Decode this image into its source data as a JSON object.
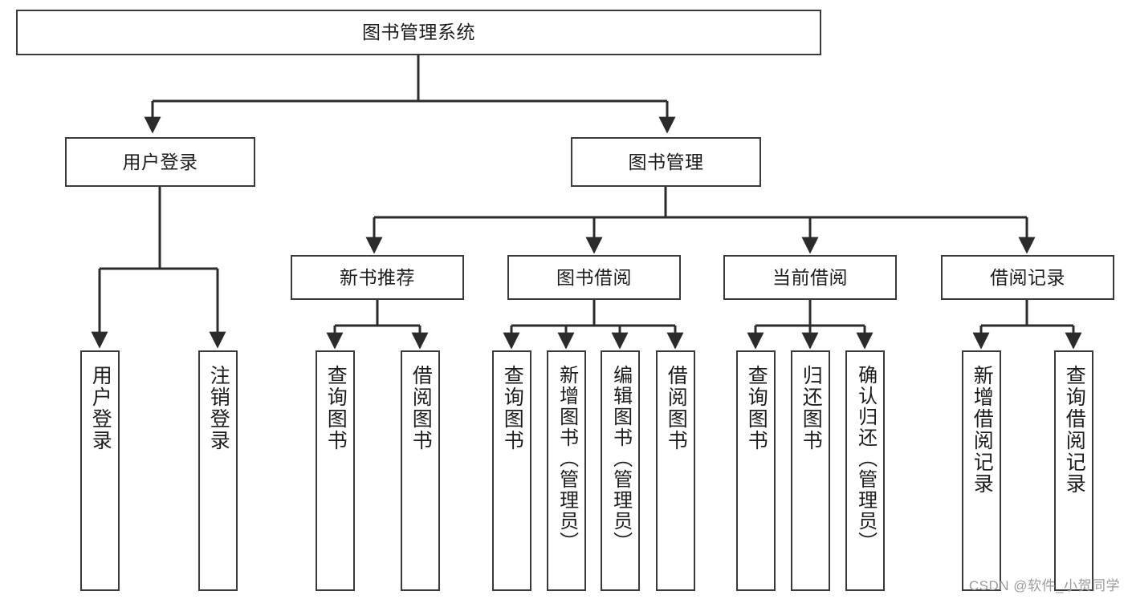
{
  "diagram": {
    "title": "图书管理系统",
    "type": "tree",
    "root": {
      "label": "图书管理系统"
    },
    "level2": [
      {
        "label": "用户登录"
      },
      {
        "label": "图书管理"
      }
    ],
    "level3": [
      {
        "label": "新书推荐"
      },
      {
        "label": "图书借阅"
      },
      {
        "label": "当前借阅"
      },
      {
        "label": "借阅记录"
      }
    ],
    "leaves": {
      "user_login": [
        {
          "label": "用户登录"
        },
        {
          "label": "注销登录"
        }
      ],
      "new_book_recommend": [
        {
          "label": "查询图书"
        },
        {
          "label": "借阅图书"
        }
      ],
      "book_borrow": [
        {
          "label": "查询图书"
        },
        {
          "label": "新增图书（管理员）"
        },
        {
          "label": "编辑图书（管理员）"
        },
        {
          "label": "借阅图书"
        }
      ],
      "current_borrow": [
        {
          "label": "查询图书"
        },
        {
          "label": "归还图书"
        },
        {
          "label": "确认归还（管理员）"
        }
      ],
      "borrow_record": [
        {
          "label": "新增借阅记录"
        },
        {
          "label": "查询借阅记录"
        }
      ]
    }
  },
  "watermark": {
    "text": "CSDN @软件_小贺同学"
  },
  "colors": {
    "stroke": "#3a3a3a",
    "background": "#ffffff",
    "text": "#1c1c1c",
    "watermark": "#9b9b9b"
  }
}
